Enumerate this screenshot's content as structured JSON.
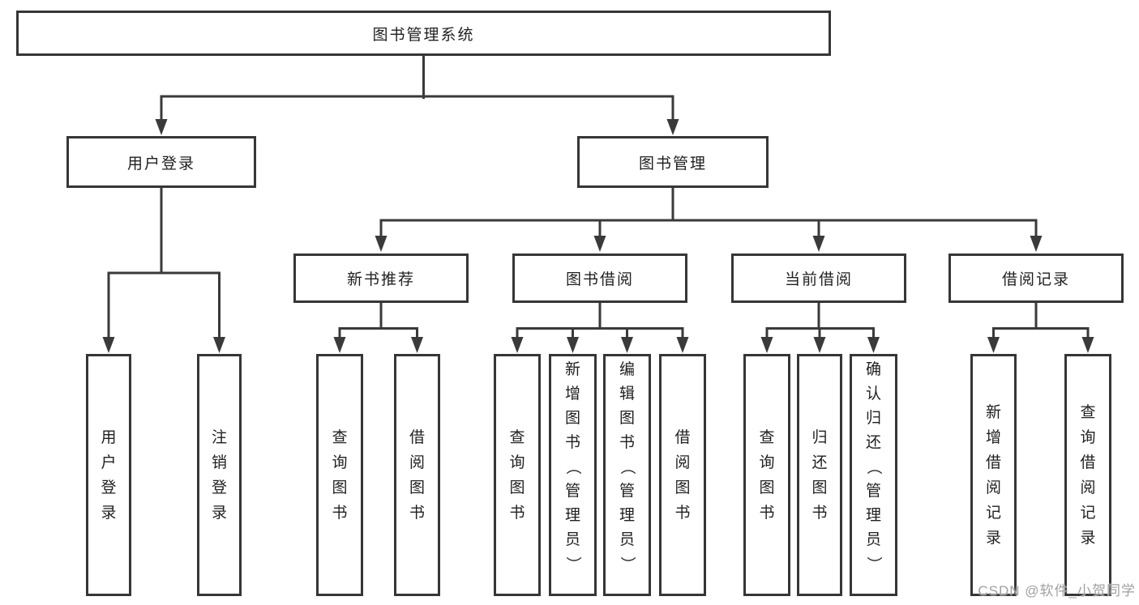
{
  "nodes": {
    "root": "图书管理系统",
    "user_login": "用户登录",
    "book_mgmt": "图书管理",
    "new_book_rec": "新书推荐",
    "book_borrow": "图书借阅",
    "current_borrow": "当前借阅",
    "borrow_record": "借阅记录",
    "leaf_user_login": "用户登录",
    "leaf_logout": "注销登录",
    "nb_query_book": "查询图书",
    "nb_borrow_book": "借阅图书",
    "bb_query_book": "查询图书",
    "bb_add_book": "新增图书（管理员）",
    "bb_edit_book": "编辑图书（管理员）",
    "bb_borrow_book": "借阅图书",
    "cb_query_book": "查询图书",
    "cb_return_book": "归还图书",
    "cb_confirm_return": "确认归还（管理员）",
    "br_add_record": "新增借阅记录",
    "br_query_record": "查询借阅记录"
  },
  "watermark": "CSDN @软件_小贺同学",
  "colors": {
    "box_border": "#363636",
    "connector": "#3a3a3a",
    "text": "#1f1f1f",
    "watermark": "#a0a0a0",
    "background": "#ffffff"
  }
}
